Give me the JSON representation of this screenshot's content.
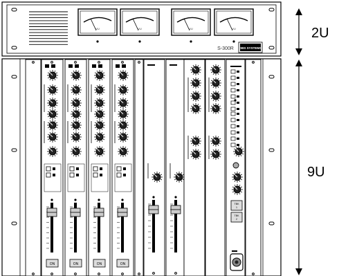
{
  "top_unit": {
    "model_label": "S-300R",
    "brand_logo": "DBS SYSTEMS",
    "meter_scale_label": "VU",
    "meter_count": 4
  },
  "dimension_labels": {
    "top_height": "2U",
    "main_height": "9U"
  },
  "channel_strips": {
    "count": 4,
    "on_button_label": "ON"
  },
  "aux_module": {
    "talk_button_1": "TBK\n1",
    "talk_button_1_line1": "TBK",
    "talk_button_1_line2": "1",
    "talk_button_2_line1": "TBK",
    "talk_button_2_line2": "2"
  },
  "colors": {
    "outline": "#000000",
    "panel": "#ffffff",
    "knob": "#222222",
    "fader_cap": "#cccccc",
    "button_face": "#dddddd"
  }
}
